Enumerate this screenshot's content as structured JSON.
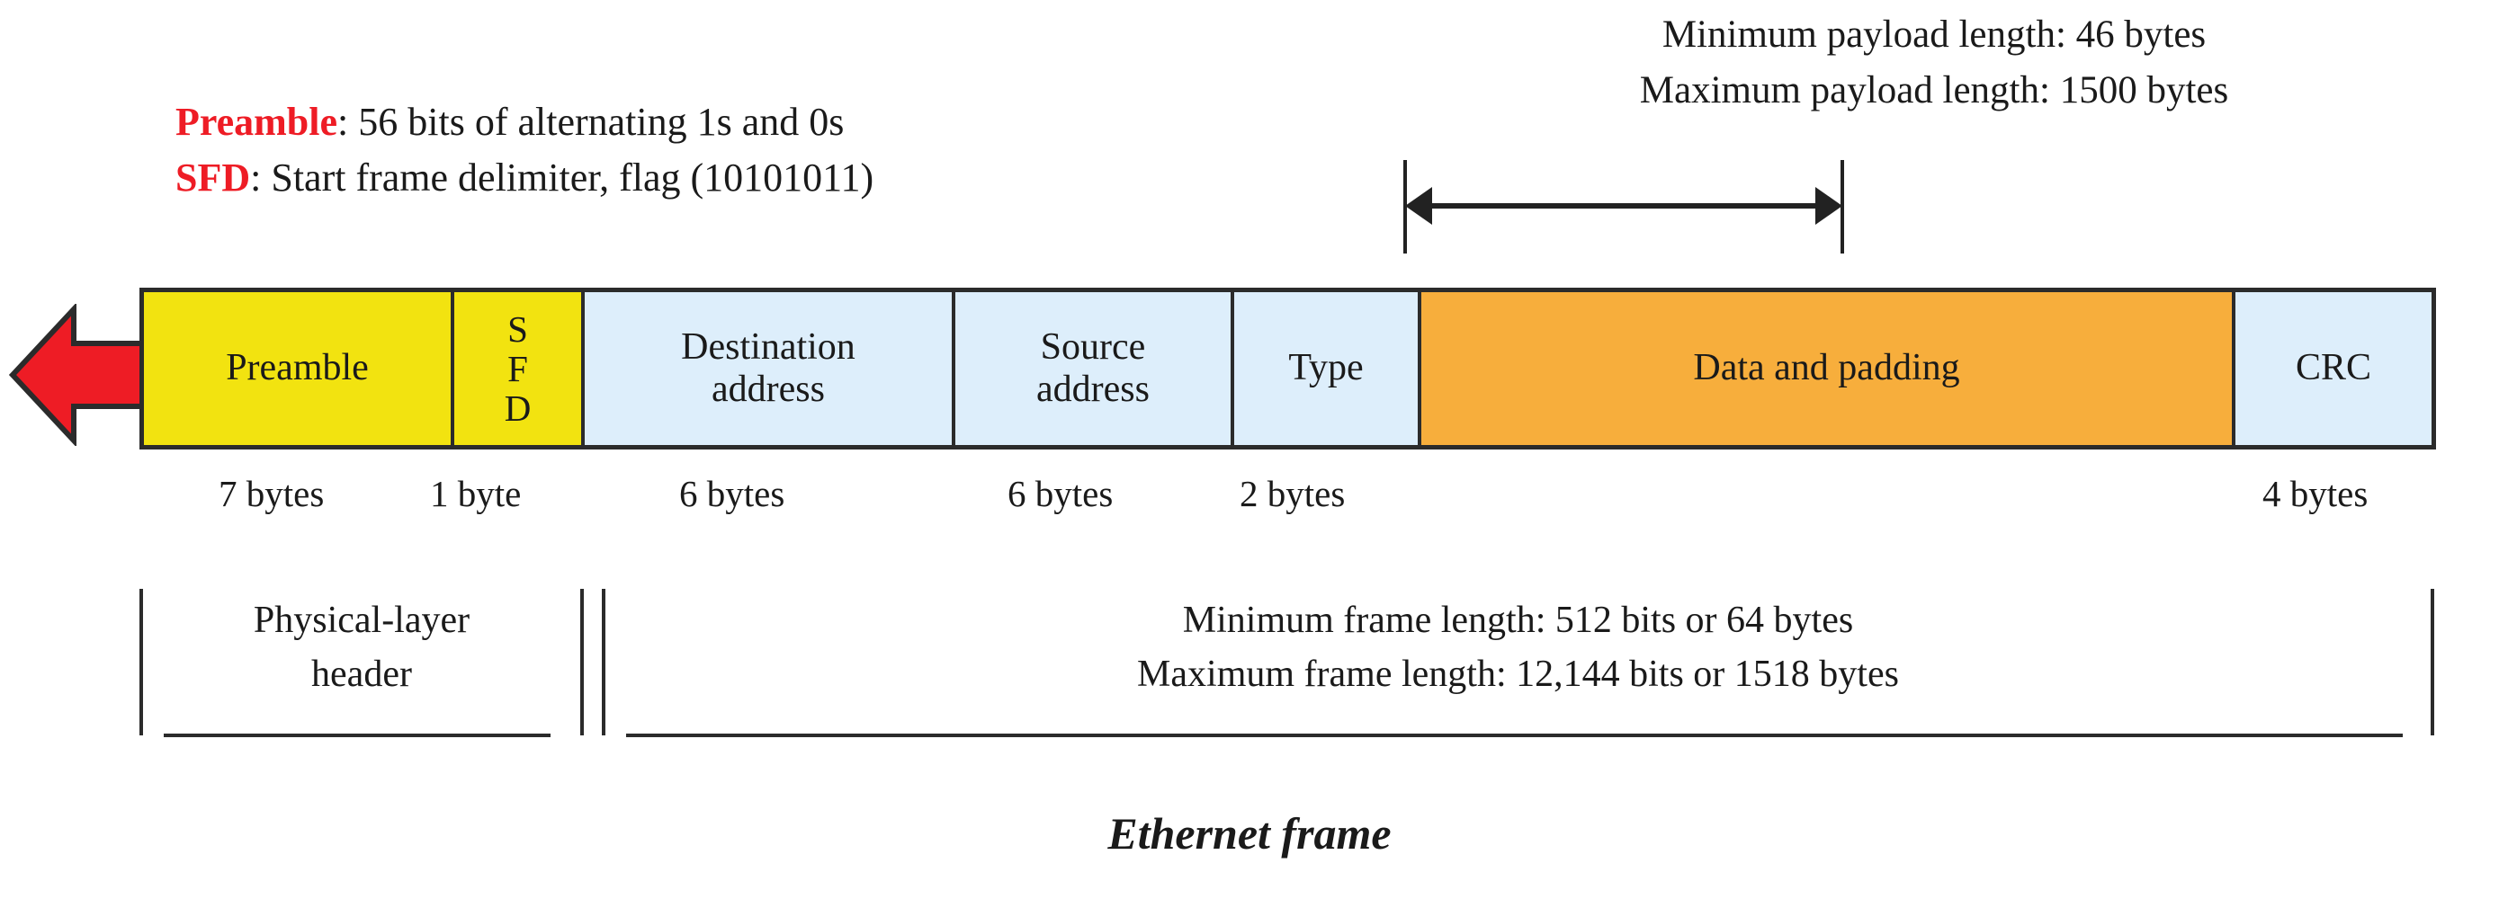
{
  "legend": {
    "lines": [
      {
        "key": "Preamble",
        "rest": ": 56 bits of alternating 1s and 0s"
      },
      {
        "key": "SFD",
        "rest": ": Start frame delimiter, flag (10101011)"
      }
    ],
    "key_color": "#ee1c25"
  },
  "payload_note": {
    "minimum": "Minimum payload length: 46 bytes",
    "maximum": "Maximum payload length: 1500 bytes"
  },
  "frame": {
    "fields": [
      {
        "name": "preamble",
        "label": "Preamble",
        "sub": "",
        "color": "#f2e310",
        "size": "7 bytes"
      },
      {
        "name": "sfd",
        "label": "S\nF\nD",
        "sub": "",
        "color": "#f2e310",
        "size": "1 byte"
      },
      {
        "name": "destination-address",
        "label": "Destination",
        "sub": "address",
        "color": "#ddeefb",
        "size": "6 bytes"
      },
      {
        "name": "source-address",
        "label": "Source",
        "sub": "address",
        "color": "#ddeefb",
        "size": "6 bytes"
      },
      {
        "name": "type",
        "label": "Type",
        "sub": "",
        "color": "#ddeefb",
        "size": "2 bytes"
      },
      {
        "name": "data-and-padding",
        "label": "Data and padding",
        "sub": "",
        "color": "#f7ae3c",
        "size": ""
      },
      {
        "name": "crc",
        "label": "CRC",
        "sub": "",
        "color": "#ddeefb",
        "size": "4 bytes"
      }
    ],
    "border_color": "#2b2b2b",
    "arrow_color": "#ee1c25"
  },
  "brackets": {
    "physical_header": {
      "line1": "Physical-layer",
      "line2": "header"
    },
    "frame_length": {
      "minimum": "Minimum frame length: 512 bits or 64 bytes",
      "maximum": "Maximum frame length: 12,144 bits or 1518 bytes"
    }
  },
  "caption": "Ethernet frame",
  "chart_data": {
    "type": "diagram",
    "title": "Ethernet frame",
    "fields": [
      {
        "name": "Preamble",
        "bytes": 7,
        "color": "#f2e310"
      },
      {
        "name": "SFD",
        "bytes": 1,
        "color": "#f2e310"
      },
      {
        "name": "Destination address",
        "bytes": 6,
        "color": "#ddeefb"
      },
      {
        "name": "Source address",
        "bytes": 6,
        "color": "#ddeefb"
      },
      {
        "name": "Type",
        "bytes": 2,
        "color": "#ddeefb"
      },
      {
        "name": "Data and padding",
        "bytes_min": 46,
        "bytes_max": 1500,
        "color": "#f7ae3c"
      },
      {
        "name": "CRC",
        "bytes": 4,
        "color": "#ddeefb"
      }
    ],
    "annotations": {
      "minimum_payload_bytes": 46,
      "maximum_payload_bytes": 1500,
      "minimum_frame_bits": 512,
      "minimum_frame_bytes": 64,
      "maximum_frame_bits": 12144,
      "maximum_frame_bytes": 1518,
      "physical_layer_header_bytes": 8
    }
  }
}
